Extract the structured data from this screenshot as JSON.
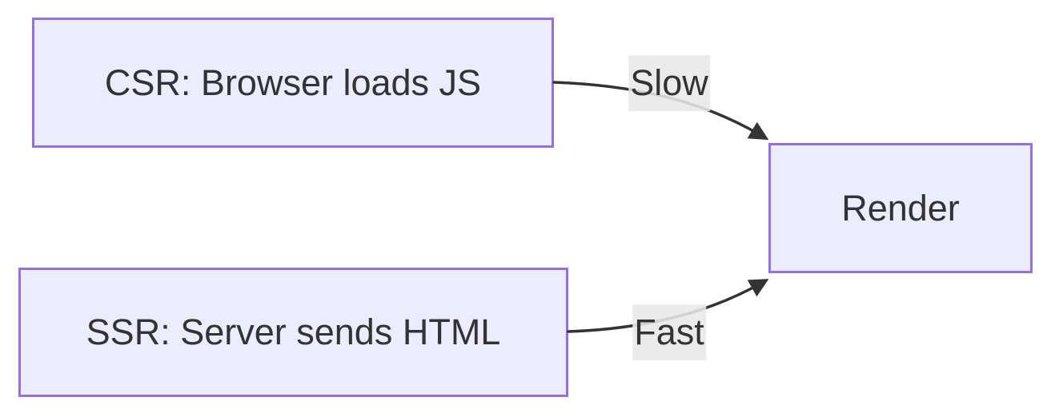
{
  "diagram": {
    "type": "flowchart",
    "direction": "left-to-right",
    "nodes": [
      {
        "id": "csr",
        "label": "CSR: Browser loads JS"
      },
      {
        "id": "ssr",
        "label": "SSR: Server sends HTML"
      },
      {
        "id": "render",
        "label": "Render"
      }
    ],
    "edges": [
      {
        "from": "csr",
        "to": "render",
        "label": "Slow"
      },
      {
        "from": "ssr",
        "to": "render",
        "label": "Fast"
      }
    ],
    "colors": {
      "node_fill": "#ECECFF",
      "node_border": "#9370DB",
      "text": "#333333",
      "edge_stroke": "#333333",
      "edge_label_bg": "#e8e8e8",
      "background": "#ffffff"
    }
  }
}
